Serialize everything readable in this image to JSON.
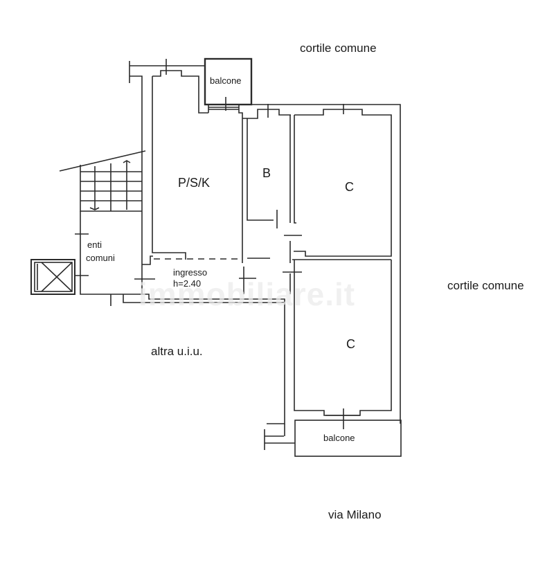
{
  "labels": {
    "cortile_top": "cortile comune",
    "cortile_right": "cortile comune",
    "via": "via Milano",
    "altra": "altra u.i.u.",
    "balcone_top": "balcone",
    "balcone_bottom": "balcone",
    "psk": "P/S/K",
    "bagno": "B",
    "camera_top": "C",
    "camera_bottom": "C",
    "enti_line1": "enti",
    "enti_line2": "comuni",
    "ingresso_line1": "ingresso",
    "ingresso_line2": "h=2.40"
  },
  "watermark": "immobiliare.it",
  "colors": {
    "line": "#2a2a2a",
    "background": "#ffffff"
  }
}
